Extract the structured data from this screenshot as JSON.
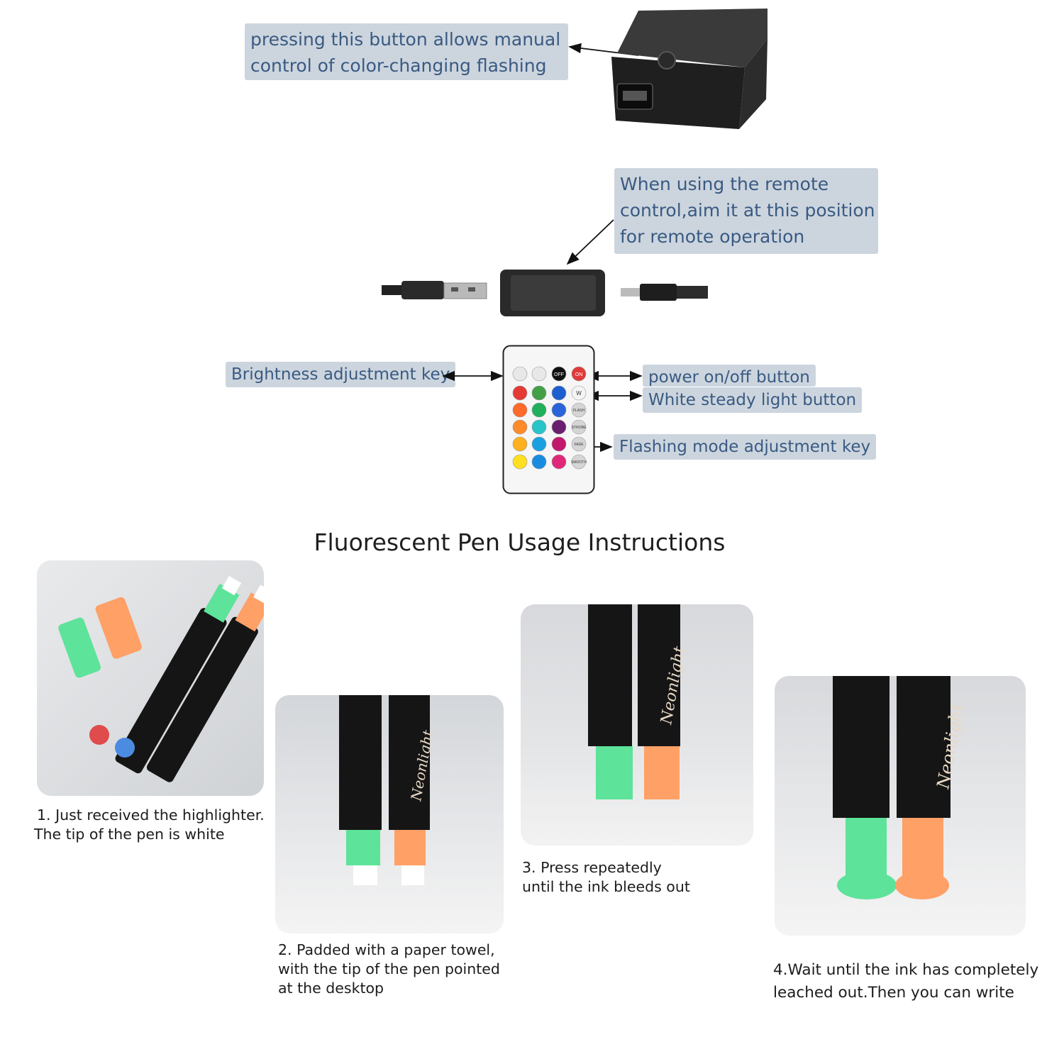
{
  "callouts": {
    "controller_button": [
      "pressing this button allows manual",
      "control of color-changing flashing"
    ],
    "remote_receiver": [
      "When using the remote",
      "control,aim it at this position",
      "for remote operation"
    ],
    "brightness_key": "Brightness adjustment key",
    "power_button": "power on/off button",
    "white_button": "White steady light button",
    "flash_mode_key": "Flashing mode adjustment key"
  },
  "remote": {
    "top_row": [
      "OFF",
      "ON"
    ],
    "white_key": "W",
    "mode_keys": [
      "FLASH",
      "STROBE",
      "FADE",
      "SMOOTH"
    ]
  },
  "section_title": "Fluorescent Pen Usage Instructions",
  "steps": [
    {
      "lines": [
        "1. Just received the highlighter.",
        "The tip of the pen is white"
      ]
    },
    {
      "lines": [
        "2. Padded with a paper towel,",
        "with the tip of the pen pointed",
        "at the desktop"
      ]
    },
    {
      "lines": [
        "3. Press repeatedly",
        "until the ink bleeds out"
      ]
    },
    {
      "lines": [
        "4.Wait until the ink has completely",
        "leached out.Then you can write"
      ]
    }
  ],
  "pen_brand": "Neonlight",
  "colors": {
    "callout_bg": "#ccd5de",
    "callout_text": "#3a5a82",
    "pen_green": "#5de39a",
    "pen_orange": "#ffa066",
    "pen_body": "#151515"
  }
}
